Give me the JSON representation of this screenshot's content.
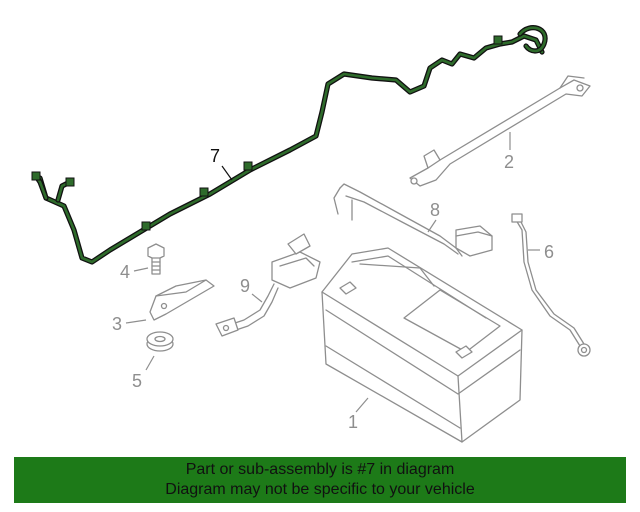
{
  "callouts": {
    "c1": "1",
    "c2": "2",
    "c3": "3",
    "c4": "4",
    "c5": "5",
    "c6": "6",
    "c7": "7",
    "c8": "8",
    "c9": "9"
  },
  "banner": {
    "line1": "Part or sub-assembly is #7 in diagram",
    "line2": "Diagram may not be specific to your vehicle"
  },
  "colors": {
    "banner_bg": "#1d7a18",
    "highlight": "#2e6b2b",
    "part_stroke": "#8e8e8e"
  }
}
